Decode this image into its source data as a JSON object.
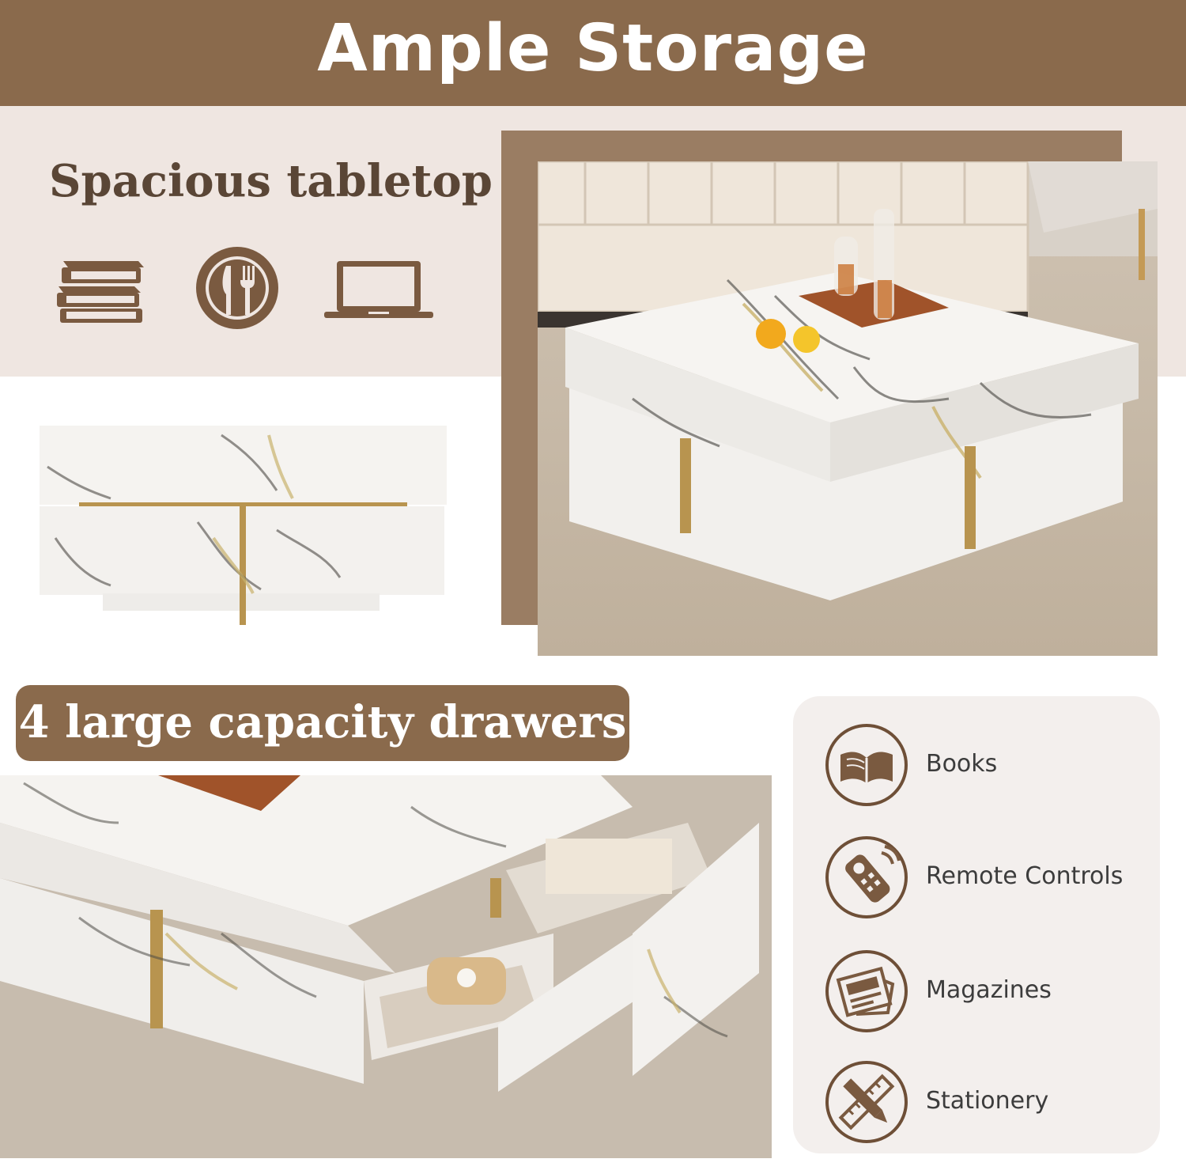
{
  "header": {
    "title": "Ample Storage"
  },
  "tabletop": {
    "heading": "Spacious tabletop",
    "icons": [
      "books-icon",
      "dining-plate-icon",
      "laptop-icon"
    ]
  },
  "drawers": {
    "label": "4 large capacity drawers"
  },
  "uses": {
    "items": [
      {
        "label": "Books",
        "icon": "open-book-icon"
      },
      {
        "label": "Remote Controls",
        "icon": "remote-control-icon"
      },
      {
        "label": "Magazines",
        "icon": "magazine-icon"
      },
      {
        "label": "Stationery",
        "icon": "pencil-ruler-icon"
      }
    ]
  },
  "colors": {
    "brand_brown": "#8a6a4c",
    "cream": "#efe6e1",
    "gold": "#b8944f",
    "icon_brown": "#6e4f37"
  }
}
